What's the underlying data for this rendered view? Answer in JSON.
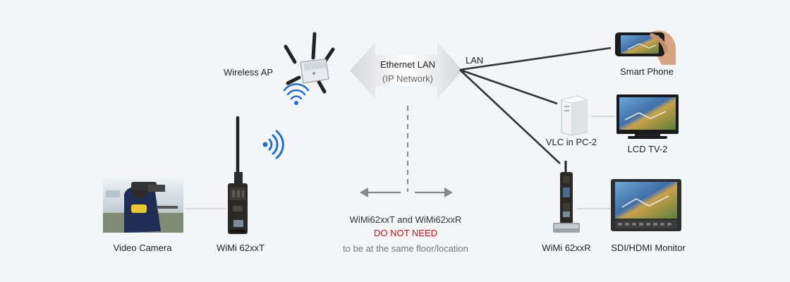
{
  "labels": {
    "wireless_ap": "Wireless AP",
    "ethernet_lan": "Ethernet LAN",
    "ip_network": "(IP Network)",
    "lan": "LAN",
    "smart_phone": "Smart Phone",
    "vlc_pc2": "VLC in PC-2",
    "lcd_tv2": "LCD TV-2",
    "video_camera": "Video Camera",
    "wimi_tx": "WiMi 62xxT",
    "wimi_rx": "WiMi 62xxR",
    "sdi_monitor": "SDI/HDMI Monitor"
  },
  "note": {
    "line1": "WiMi62xxT and WiMi62xxR",
    "line2": "DO NOT NEED",
    "line3": "to be at the same floor/location"
  },
  "colors": {
    "background": "#f4f5f7",
    "link_line": "#333333",
    "arrow_gray": "#888888",
    "warning_red": "#c8161d",
    "wifi_blue": "#1f6fd6"
  },
  "icons": [
    "wireless-ap-icon",
    "wifi-signal-icon",
    "video-camera-photo",
    "wimi-transmitter-icon",
    "wimi-receiver-icon",
    "smart-phone-icon",
    "pc-tower-icon",
    "lcd-tv-icon",
    "sdi-monitor-icon"
  ]
}
